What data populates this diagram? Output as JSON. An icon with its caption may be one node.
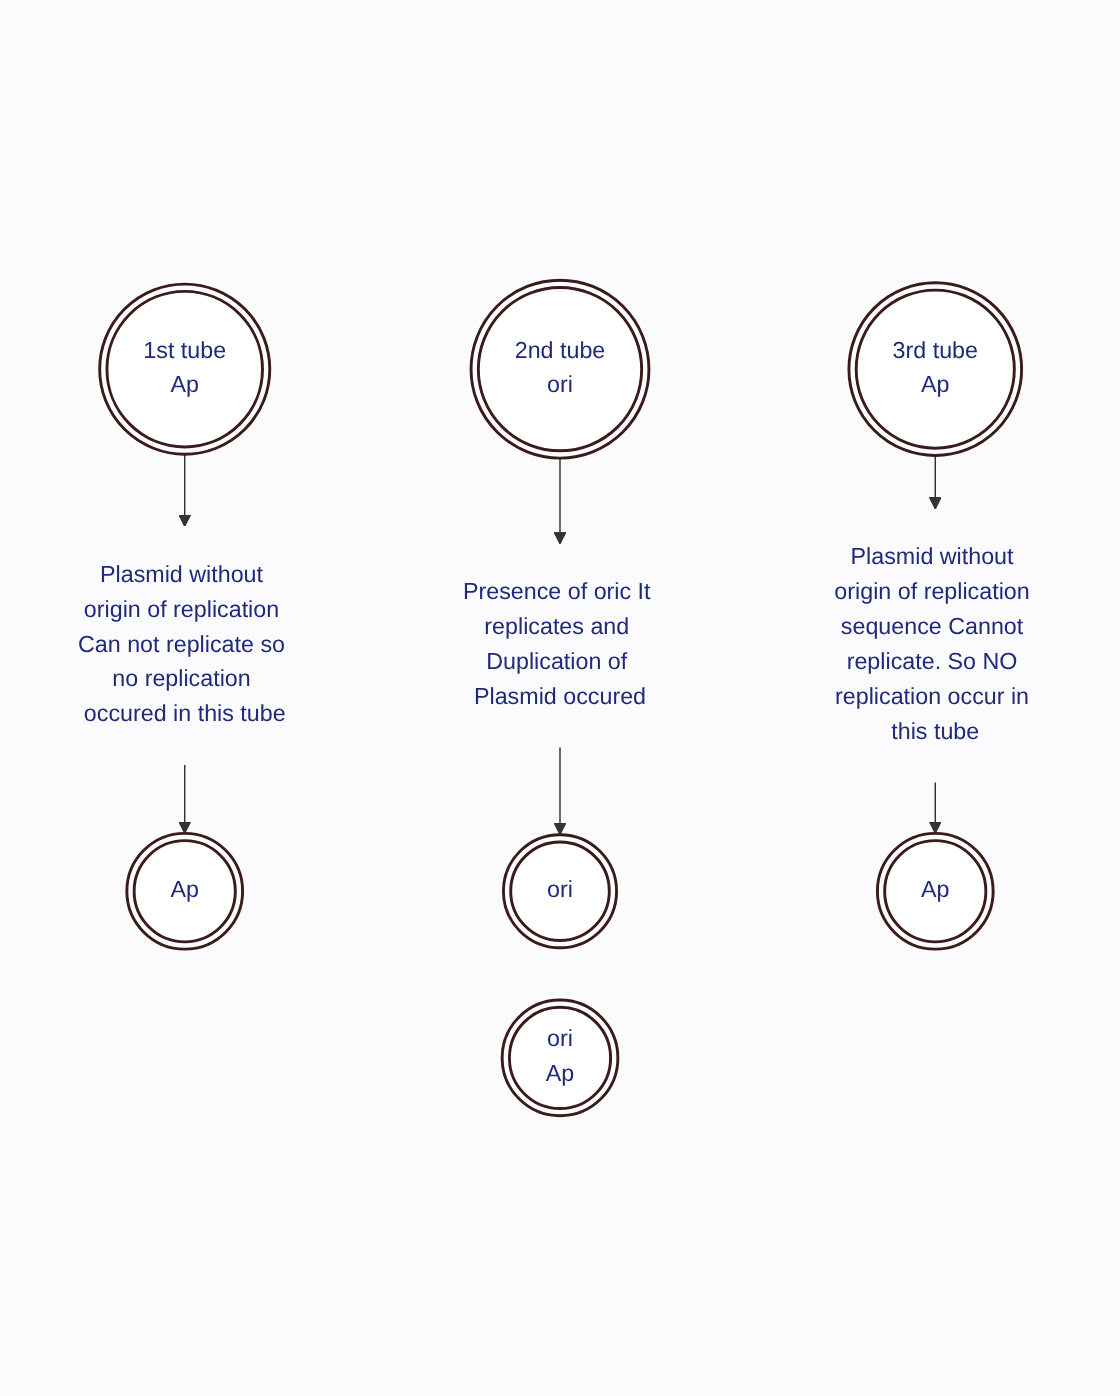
{
  "diagram": {
    "nodes": [
      {
        "text": [
          "1st tube",
          "Ap"
        ]
      },
      {
        "text": [
          "2nd tube",
          "ori"
        ]
      },
      {
        "text": [
          "3rd tube",
          "Ap"
        ]
      },
      {
        "text": [
          "Plasmid without origin of replication Can not replicate so no replication occured in this tube"
        ]
      },
      {
        "text": [
          "Presence of oric It replicates and Duplication of Plasmid occured"
        ]
      },
      {
        "text": [
          "Plasmid without origin of replication sequence Cannot replicate. So NO replication occur in this tube"
        ]
      },
      {
        "text": [
          "Ap"
        ]
      },
      {
        "text": [
          "ori"
        ]
      },
      {
        "text": [
          "Ap"
        ]
      },
      {
        "text": [
          "ori",
          "Ap"
        ]
      }
    ],
    "edges": [
      {
        "from": 0,
        "to": 3,
        "arrow": "to"
      },
      {
        "from": 1,
        "to": 4,
        "arrow": "to"
      },
      {
        "from": 2,
        "to": 5,
        "arrow": "to"
      },
      {
        "from": 3,
        "to": 6,
        "arrow": "to"
      },
      {
        "from": 4,
        "to": 7,
        "arrow": "to"
      },
      {
        "from": 5,
        "to": 8,
        "arrow": "to"
      }
    ]
  }
}
